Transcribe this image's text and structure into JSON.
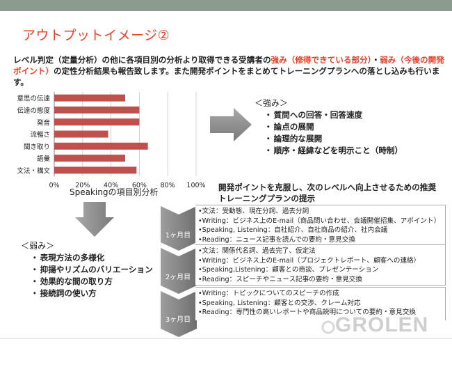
{
  "slide": {
    "title": "アウトプットイメージ②"
  },
  "intro": {
    "part1": "レベル判定（定量分析）の他に各項目別の分析より取得できる受講者の",
    "hl1": "強み（修得できている部分）",
    "part2": "・",
    "hl2": "弱み（今後の開発ポイント）",
    "part3": "の定性分析結果も報告致します。また開発ポイントをまとめてトレーニングプランへの落とし込みも行います。"
  },
  "chart_data": {
    "type": "bar",
    "orientation": "horizontal",
    "categories": [
      "意思の伝達",
      "伝達の態度",
      "発音",
      "流暢さ",
      "聞き取り",
      "語彙",
      "文法・構文"
    ],
    "values": [
      50,
      60,
      60,
      38,
      66,
      50,
      58
    ],
    "xlim": [
      0,
      100
    ],
    "xticks": [
      "0%",
      "20%",
      "40%",
      "60%",
      "80%",
      "100%"
    ],
    "title": "Speakingの項目別分析",
    "grid": true,
    "bar_color": "#c0504d"
  },
  "strengths": {
    "title": "＜強み＞",
    "items": [
      "質問への回答・回答速度",
      "論点の展開",
      "論理的な展開",
      "順序・経緯などを明示こと（時制）"
    ]
  },
  "weaknesses": {
    "title": "＜弱み＞",
    "items": [
      "表現方法の多様化",
      "抑揚やリズムのバリエーション",
      "効果的な間の取り方",
      "接続詞の使い方"
    ]
  },
  "plan": {
    "title": "開発ポイントを克服し、次のレベルへ向上させるための推奨トレーニングプランの提示",
    "months": [
      {
        "label": "1ヶ月目",
        "lines": [
          "•文法：受動態、現在分詞、過去分詞",
          "•Writing：ビジネス上のE-mail（商品問い合わせ、会議開催招集、アポイント）",
          "•Speaking, Listening：自社紹介、自社商品の紹介、社内会議",
          "•Reading：ニュース記事を読んでの要約・意見交換"
        ]
      },
      {
        "label": "2ヶ月目",
        "lines": [
          "•文法：関係代名詞、過去完了、仮定法",
          "•Writing：ビジネス上のE-mail（プロジェクトレポート、顧客への連絡）",
          "•Speaking,Listening：顧客との商談、プレゼンテーション",
          "•Reading：スピーチやニュース記事の要約・意見交換"
        ]
      },
      {
        "label": "3ヶ月目",
        "lines": [
          "•Writing：トピックについてのスピーチの作成",
          "•Speaking, Listening：顧客との交渉、クレーム対応",
          "•Reading：専門性の高いレポートや商品説明についての要約・意見交換"
        ]
      }
    ]
  },
  "logo": {
    "text": "GROLEN"
  },
  "colors": {
    "accent": "#e8402a",
    "bar": "#c0504d",
    "arrow": "#8c8c8c",
    "topbar": "#8a9a8e"
  }
}
